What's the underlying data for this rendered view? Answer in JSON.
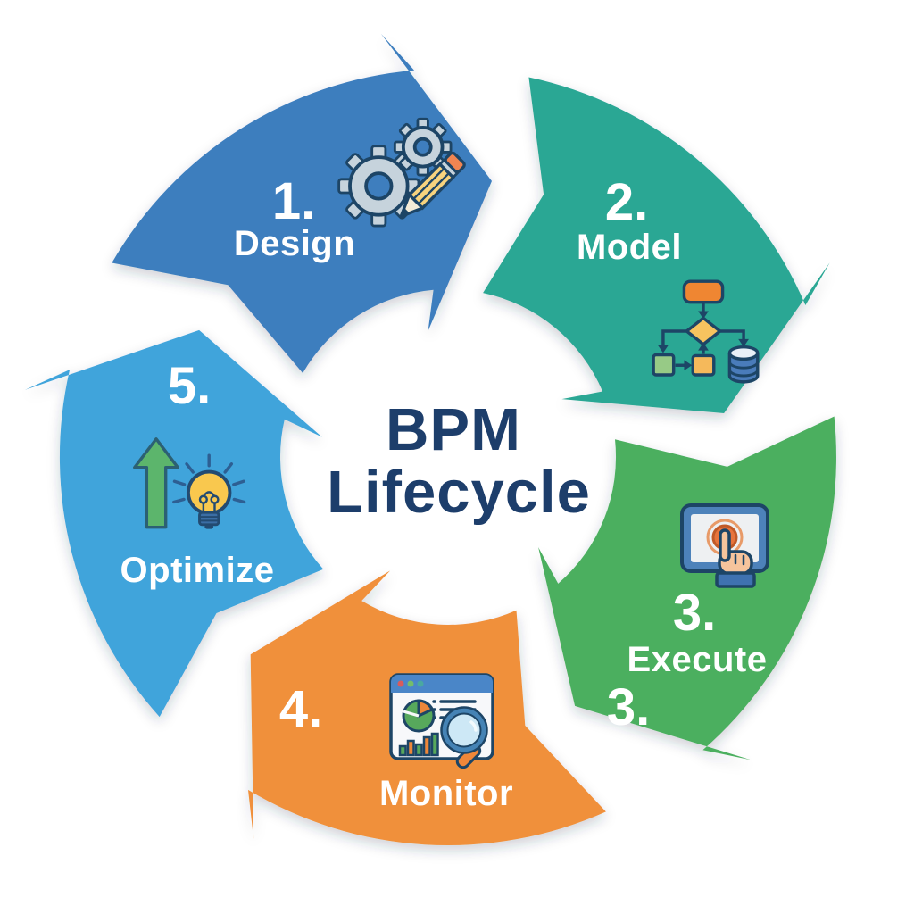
{
  "diagram": {
    "title_line1": "BPM",
    "title_line2": "Lifecycle",
    "title_color": "#1d3e6b",
    "background_color": "#ffffff"
  },
  "steps": [
    {
      "number": "1.",
      "label": "Design",
      "color": "#3E7EBE",
      "icon": "gears-pencil-icon"
    },
    {
      "number": "2.",
      "label": "Model",
      "color": "#2BA794",
      "icon": "flowchart-database-icon"
    },
    {
      "number": "3.",
      "label": "Execute",
      "color": "#4CAF5F",
      "icon": "touchscreen-hand-icon",
      "extra_number": "3."
    },
    {
      "number": "4.",
      "label": "Monitor",
      "color": "#F0903A",
      "icon": "analytics-magnifier-icon"
    },
    {
      "number": "5.",
      "label": "Optimize",
      "color": "#41A4DB",
      "icon": "growth-arrow-lightbulb-icon"
    }
  ]
}
